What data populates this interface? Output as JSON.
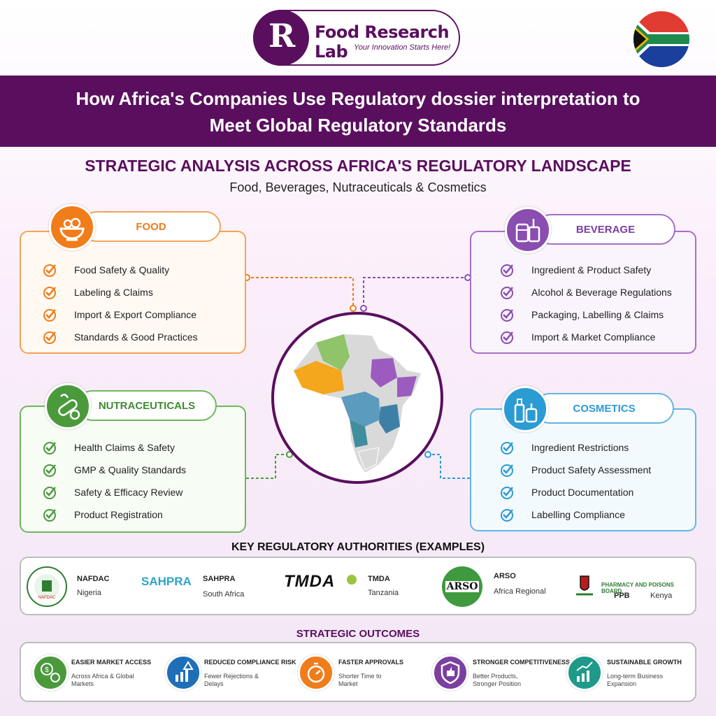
{
  "header": {
    "logo_name": "Food Research Lab",
    "logo_tagline": "Your Innovation Starts Here!",
    "banner_line1": "How Africa's Companies Use Regulatory dossier interpretation to",
    "banner_line2": "Meet Global Regulatory Standards",
    "subtitle": "STRATEGIC ANALYSIS ACROSS AFRICA'S REGULATORY LANDSCAPE",
    "caption": "Food, Beverages, Nutraceuticals & Cosmetics"
  },
  "categories": {
    "food": {
      "title": "FOOD",
      "color": "#f07c1a",
      "icon": "food-bowl-icon",
      "items": [
        "Food Safety & Quality",
        "Labeling & Claims",
        "Import & Export Compliance",
        "Standards & Good Practices"
      ]
    },
    "beverage": {
      "title": "BEVERAGE",
      "color": "#8a4db0",
      "icon": "beverage-icon",
      "items": [
        "Ingredient & Product Safety",
        "Alcohol & Beverage Regulations",
        "Packaging, Labelling & Claims",
        "Import & Market Compliance"
      ]
    },
    "nutraceuticals": {
      "title": "NUTRACEUTICALS",
      "color": "#4a9a3c",
      "icon": "capsule-icon",
      "items": [
        "Health Claims & Safety",
        "GMP & Quality Standards",
        "Safety & Efficacy Review",
        "Product Registration"
      ]
    },
    "cosmetics": {
      "title": "COSMETICS",
      "color": "#2b9bd4",
      "icon": "cosmetics-bottle-icon",
      "items": [
        "Ingredient Restrictions",
        "Product Safety Assessment",
        "Product Documentation",
        "Labelling Compliance"
      ]
    }
  },
  "authorities": {
    "title": "KEY REGULATORY AUTHORITIES (EXAMPLES)",
    "items": [
      {
        "name": "NAFDAC",
        "country": "Nigeria",
        "logo_text": "NAFDAC"
      },
      {
        "name": "SAHPRA",
        "country": "South Africa",
        "logo_text": "SAHPRA"
      },
      {
        "name": "TMDA",
        "country": "Tanzania",
        "logo_text": "TMDA"
      },
      {
        "name": "ARSO",
        "country": "Africa Regional",
        "logo_text": "ARSO"
      },
      {
        "name": "PPB",
        "country": "Kenya",
        "logo_text": "PHARMACY AND POISONS BOARD"
      }
    ]
  },
  "outcomes": {
    "title": "STRATEGIC OUTCOMES",
    "items": [
      {
        "title": "EASIER MARKET ACCESS",
        "desc": "Across Africa & Global Markets",
        "color": "#4a9a3c",
        "icon": "market-access-icon"
      },
      {
        "title": "REDUCED COMPLIANCE RISK",
        "desc": "Fewer Rejections & Delays",
        "color": "#1f6fb8",
        "icon": "risk-chart-icon"
      },
      {
        "title": "FASTER APPROVALS",
        "desc": "Shorter Time to Market",
        "color": "#f07c1a",
        "icon": "stopwatch-icon"
      },
      {
        "title": "STRONGER COMPETITIVENESS",
        "desc": "Better Products, Stronger Position",
        "color": "#7b3fa0",
        "icon": "shield-thumb-icon"
      },
      {
        "title": "SUSTAINABLE GROWTH",
        "desc": "Long-term Business Expansion",
        "color": "#1f9a8a",
        "icon": "growth-chart-icon"
      }
    ]
  }
}
